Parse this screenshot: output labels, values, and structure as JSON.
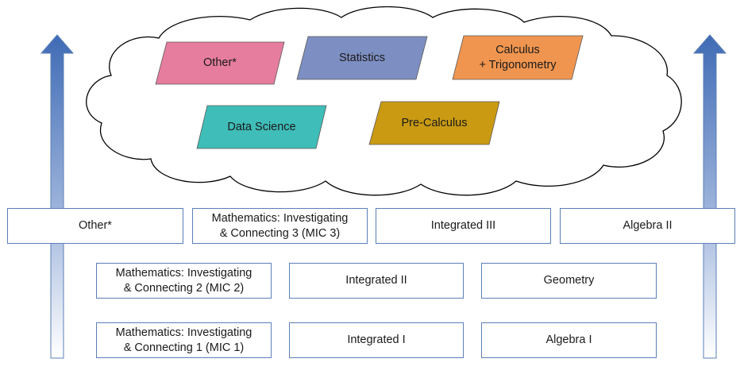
{
  "cloud_topics": [
    {
      "label": "Other*",
      "color": "#e67d9e"
    },
    {
      "label": "Statistics",
      "color": "#7d8fc2"
    },
    {
      "label": "Calculus\n+ Trigonometry",
      "color": "#f0954f"
    },
    {
      "label": "Data Science",
      "color": "#3fbdb8"
    },
    {
      "label": "Pre-Calculus",
      "color": "#c99a12"
    }
  ],
  "rows": {
    "top": [
      "Other*",
      "Mathematics: Investigating\n& Connecting 3 (MIC 3)",
      "Integrated III",
      "Algebra II"
    ],
    "middle": [
      "Mathematics: Investigating\n& Connecting 2 (MIC 2)",
      "Integrated II",
      "Geometry"
    ],
    "bottom": [
      "Mathematics: Investigating\n& Connecting 1 (MIC 1)",
      "Integrated I",
      "Algebra I"
    ]
  },
  "colors": {
    "arrow_dark": "#3f6bb5",
    "arrow_light": "#ffffff",
    "box_border": "#5b7fb8",
    "cloud_stroke": "#000000"
  }
}
